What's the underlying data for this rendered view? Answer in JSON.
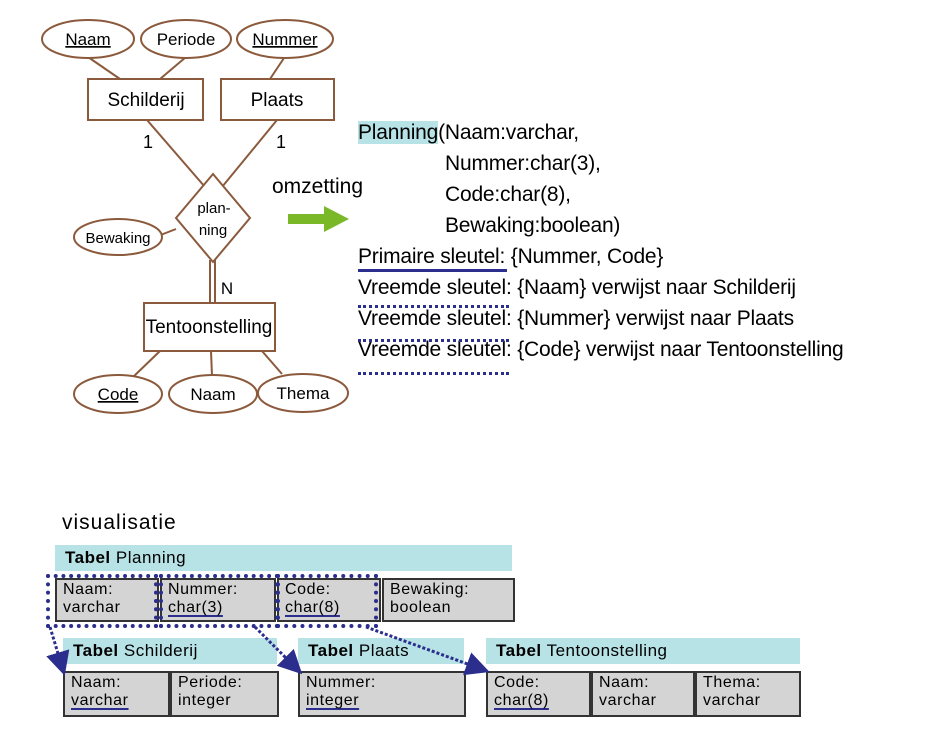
{
  "er": {
    "attr_naam": "Naam",
    "attr_periode": "Periode",
    "attr_nummer": "Nummer",
    "entity_schilderij": "Schilderij",
    "entity_plaats": "Plaats",
    "card_left": "1",
    "card_right": "1",
    "relation_line1": "plan-",
    "relation_line2": "ning",
    "attr_bewaking": "Bewaking",
    "card_n": "N",
    "entity_tentoonstelling": "Tentoonstelling",
    "attr_code": "Code",
    "attr_naam2": "Naam",
    "attr_thema": "Thema"
  },
  "arrow_label": "omzetting",
  "schema": {
    "table_name": "Planning",
    "line1_rest": "(Naam:varchar,",
    "line2": "Nummer:char(3),",
    "line3": "Code:char(8),",
    "line4": "Bewaking:boolean)",
    "primary_key": "Primaire sleutel: {Nummer, Code}",
    "foreign_key_1": "Vreemde sleutel: {Naam} verwijst naar Schilderij",
    "foreign_key_2": "Vreemde sleutel: {Nummer} verwijst naar Plaats",
    "foreign_key_3": "Vreemde sleutel: {Code} verwijst naar Tentoonstelling"
  },
  "visual": {
    "title": "visualisatie",
    "planning": {
      "label_bold": "Tabel",
      "label_name": "Planning",
      "cells": [
        {
          "l1": "Naam:",
          "l2": "varchar"
        },
        {
          "l1": "Nummer:",
          "l2": "char(3)"
        },
        {
          "l1": "Code:",
          "l2": "char(8)"
        },
        {
          "l1": "Bewaking:",
          "l2": "boolean"
        }
      ]
    },
    "schilderij": {
      "label_bold": "Tabel",
      "label_name": "Schilderij",
      "cells": [
        {
          "l1": "Naam:",
          "l2": "varchar"
        },
        {
          "l1": "Periode:",
          "l2": "integer"
        }
      ]
    },
    "plaats": {
      "label_bold": "Tabel",
      "label_name": "Plaats",
      "cells": [
        {
          "l1": "Nummer:",
          "l2": "integer"
        }
      ]
    },
    "tentoonstelling": {
      "label_bold": "Tabel",
      "label_name": "Tentoonstelling",
      "cells": [
        {
          "l1": "Code:",
          "l2": "char(8)"
        },
        {
          "l1": "Naam:",
          "l2": "varchar"
        },
        {
          "l1": "Thema:",
          "l2": "varchar"
        }
      ]
    }
  },
  "colors": {
    "er_stroke": "#8b5a3c",
    "highlight": "#b7e2e6",
    "key_blue": "#2b2e8c",
    "arrow_green": "#7ab827",
    "cell_grey": "#d4d4d4"
  }
}
